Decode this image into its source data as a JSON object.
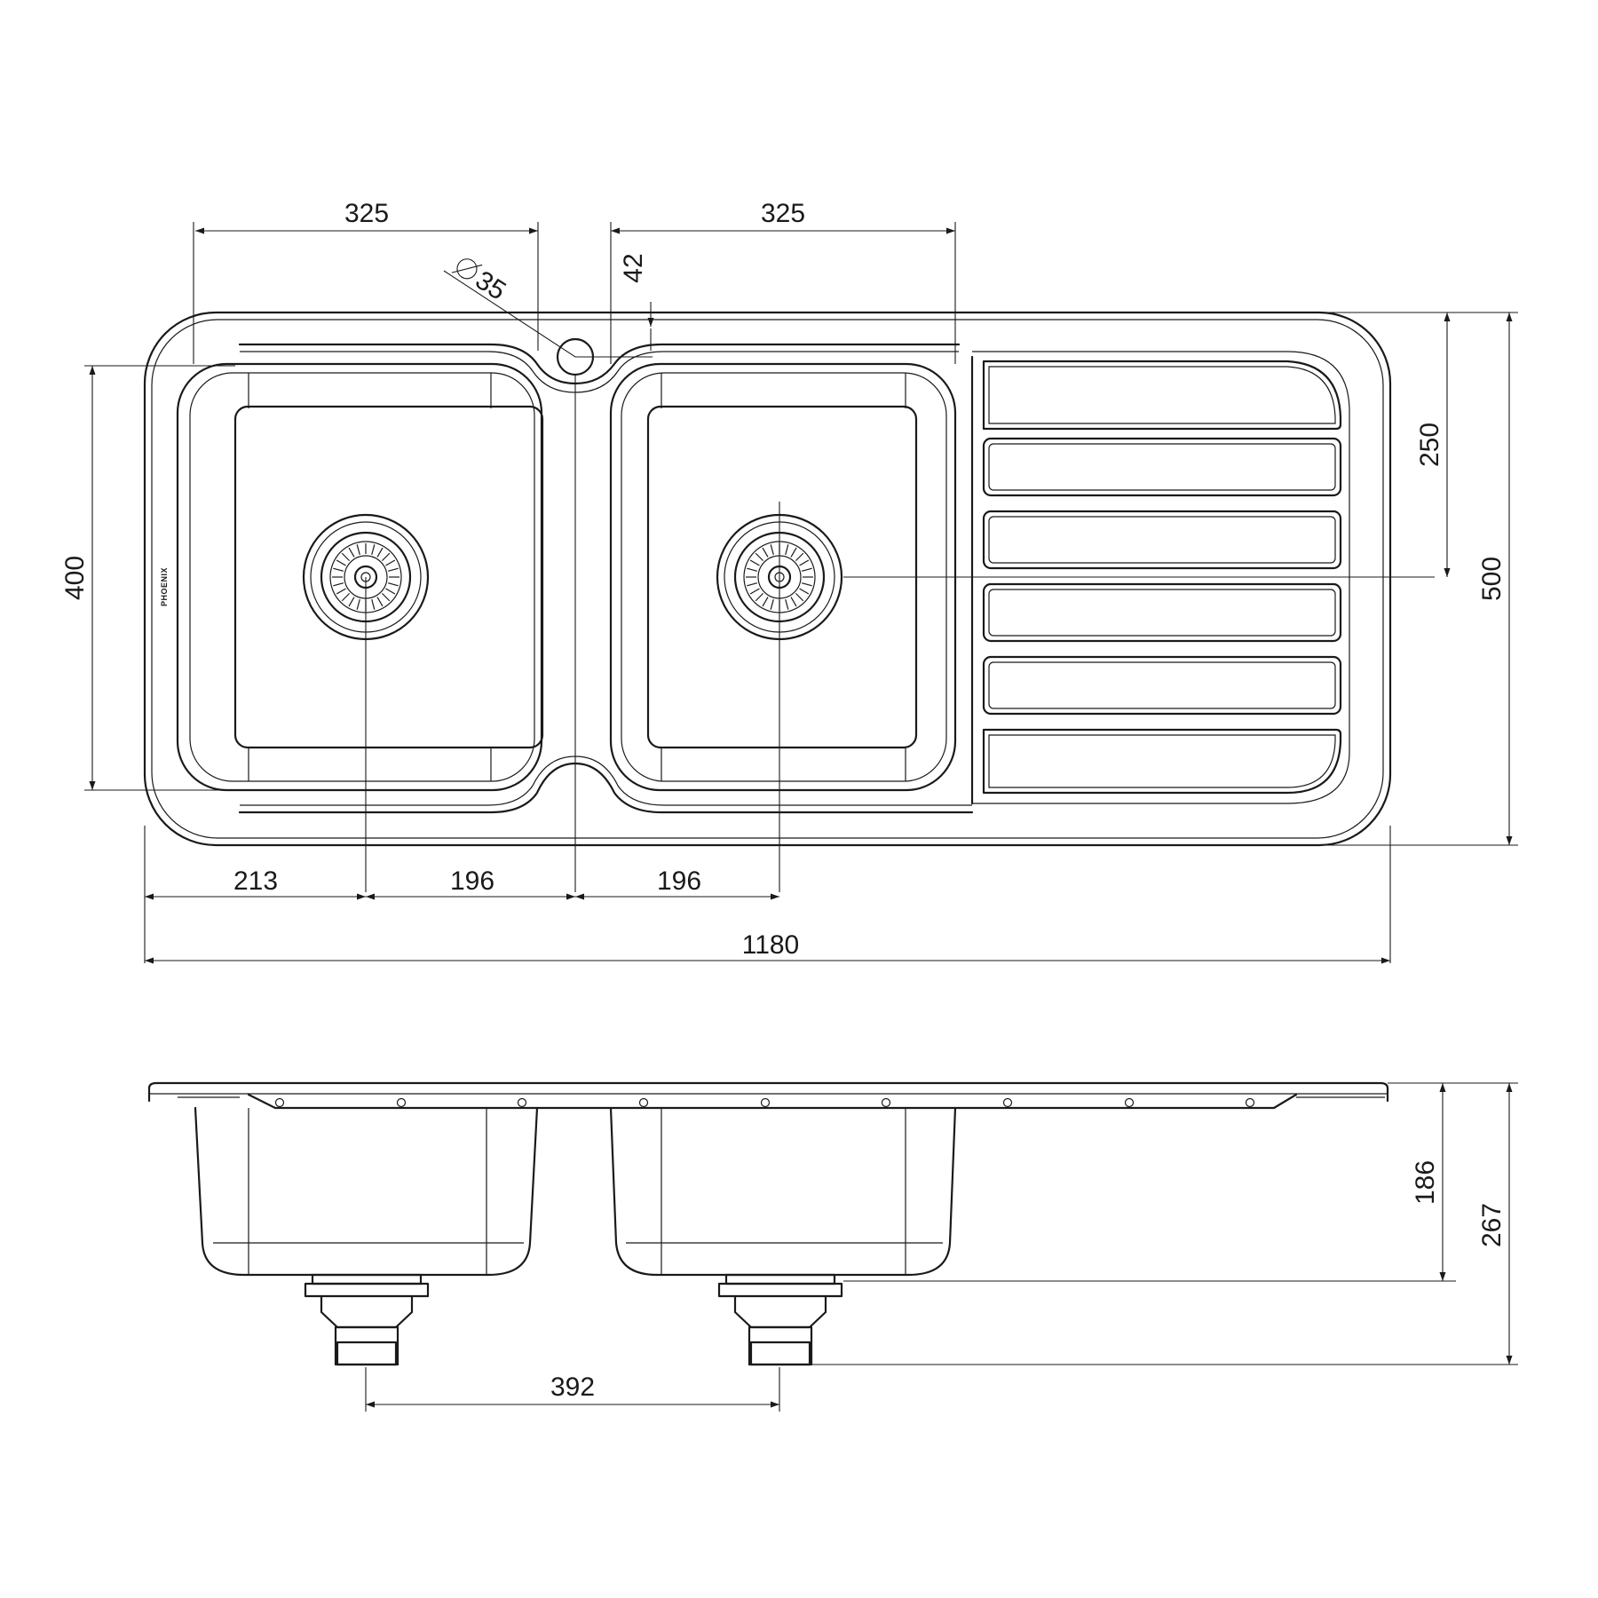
{
  "brand_mark": "PHOENIX",
  "dimensions": {
    "bowl_width_left": "325",
    "bowl_width_right": "325",
    "tap_hole_diameter": "35",
    "tap_hole_offset": "42",
    "overall_width": "1180",
    "left_edge_to_waste": "213",
    "waste_to_center_left": "196",
    "waste_to_center_right": "196",
    "bowl_length": "400",
    "drainer_to_waste": "250",
    "overall_length": "500",
    "bowl_depth": "186",
    "overall_depth": "267",
    "waste_centres": "392"
  }
}
